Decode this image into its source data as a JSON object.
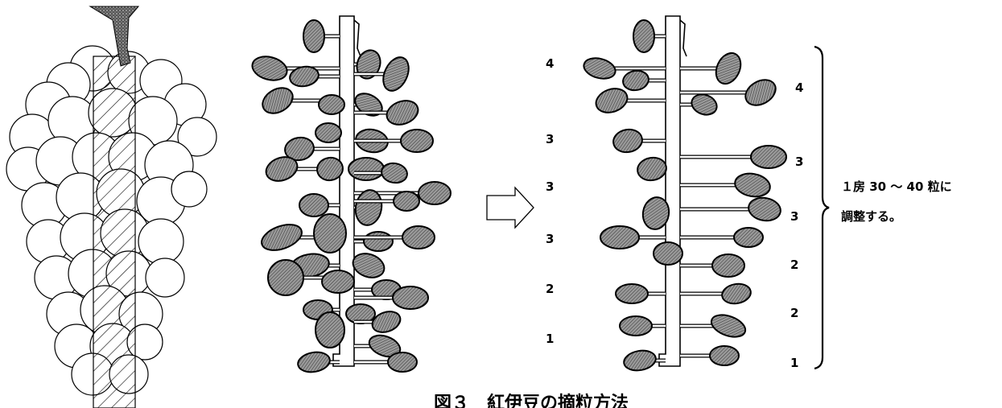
{
  "left_counts": [
    "4",
    "3",
    "3",
    "3",
    "2",
    "1"
  ],
  "right_counts": [
    "4",
    "3",
    "3",
    "2",
    "2",
    "1"
  ],
  "note_line1": "１房 30 〜 40 粒に",
  "note_line2": "調整する。",
  "caption": "図３　紅伊豆の摘粒方法",
  "colors": {
    "berry_fill": "#7a7a7a",
    "outline": "#000000",
    "background": "#ffffff"
  }
}
